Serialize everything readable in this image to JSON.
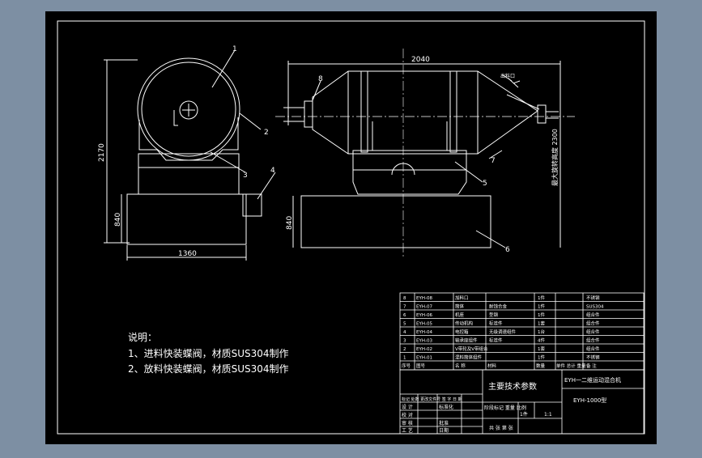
{
  "colors": {
    "background": "#7d8fa3",
    "sheet": "#000000",
    "lines": "#ffffff",
    "centerline": "#ffffff"
  },
  "dimensions": {
    "overall_length": "2040",
    "overall_height": "2170",
    "base_width": "1360",
    "base_height_left": "840",
    "base_height_right": "840",
    "vertical_note": "最大旋转高度 2300",
    "top_label": "出料口"
  },
  "balloons": [
    "1",
    "2",
    "3",
    "4",
    "5",
    "6",
    "7",
    "8"
  ],
  "notes": {
    "heading": "说明：",
    "line1": "1、进料快装蝶阀，材质SUS304制作",
    "line2": "2、放料快装蝶阀，材质SUS304制作"
  },
  "bom": [
    {
      "no": "8",
      "code": "EYH-08",
      "name": "加料口",
      "mat": "",
      "qty": "1件",
      "remark": "不锈钢"
    },
    {
      "no": "7",
      "code": "EYH-07",
      "name": "筒体",
      "mat": "耐蚀合金",
      "qty": "1件",
      "remark": "SUS304"
    },
    {
      "no": "6",
      "code": "EYH-06",
      "name": "机座",
      "mat": "型钢",
      "qty": "1件",
      "remark": "组合件"
    },
    {
      "no": "5",
      "code": "EYH-05",
      "name": "传动机构",
      "mat": "标准件",
      "qty": "1套",
      "remark": "组合件"
    },
    {
      "no": "4",
      "code": "EYH-04",
      "name": "电控箱",
      "mat": "无级调速组件",
      "qty": "1台",
      "remark": "组合件"
    },
    {
      "no": "3",
      "code": "EYH-03",
      "name": "轴承座组件",
      "mat": "标准件",
      "qty": "4件",
      "remark": "组合件"
    },
    {
      "no": "2",
      "code": "EYH-02",
      "name": "V带轮及V带组合",
      "mat": "",
      "qty": "1套",
      "remark": "组合件"
    },
    {
      "no": "1",
      "code": "EYH-01",
      "name": "混料筒体组件",
      "mat": "",
      "qty": "1件",
      "remark": "不锈钢"
    }
  ],
  "bom_header": {
    "no": "序号",
    "code": "图号",
    "name": "名 称",
    "qty": "数量",
    "mat": "材料",
    "weight": "单件 总计 重量",
    "remark": "备 注"
  },
  "title_block": {
    "main_params": "主要技术参数",
    "machine_name": "EYH一二维运动混合机",
    "model": "EYH-1000型",
    "scale_labels": "阶段标记 重量 比例",
    "sheet_info": "共 张 第 张",
    "qty_mark": "1件",
    "scale_value": "1:1",
    "rows": [
      "标记 处数 更改文件号 签 字 日 期",
      "设 计",
      "校 对",
      "审 核",
      "工 艺"
    ],
    "std": "标准化",
    "approve": "批准",
    "date": "日期"
  }
}
